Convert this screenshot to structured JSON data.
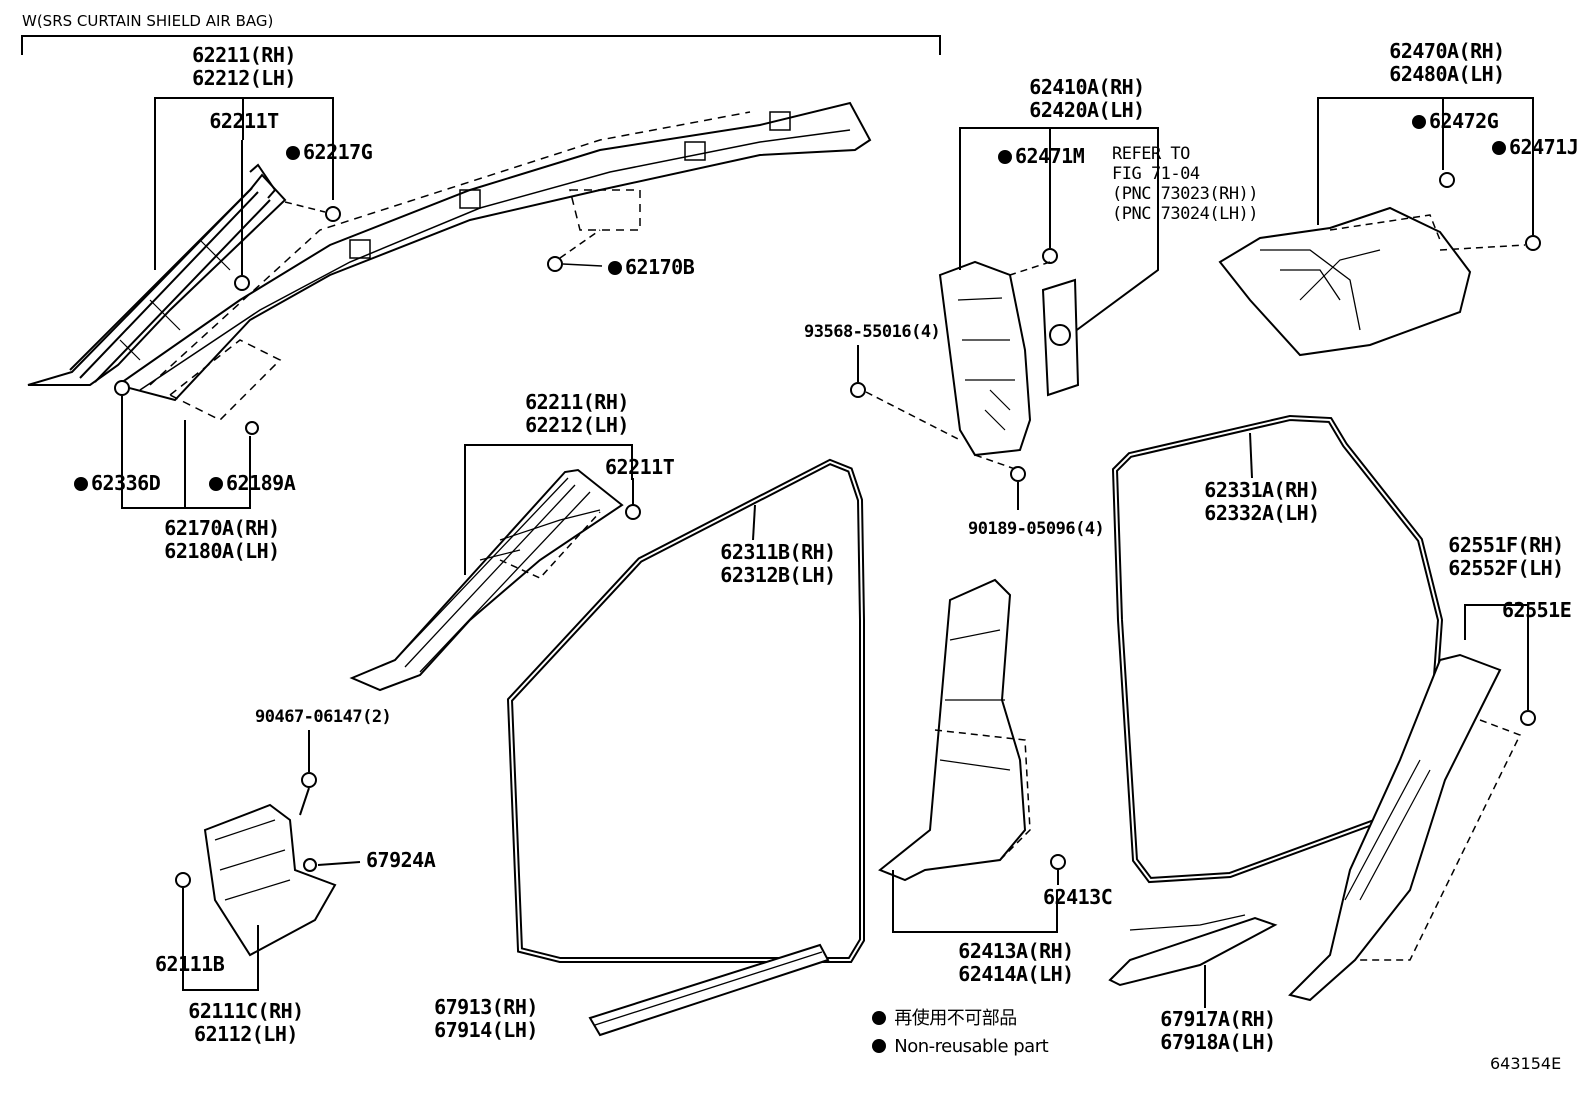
{
  "header": {
    "variant_note": "W(SRS CURTAIN SHIELD AIR BAG)"
  },
  "parts": {
    "p62211_top": [
      "62211(RH)",
      "62212(LH)"
    ],
    "p62211t_top": "62211T",
    "p62217g": "62217G",
    "p62170b": "62170B",
    "p62336d": "62336D",
    "p62189a": "62189A",
    "p62170a": [
      "62170A(RH)",
      "62180A(LH)"
    ],
    "p62211_mid": [
      "62211(RH)",
      "62212(LH)"
    ],
    "p62211t_mid": "62211T",
    "p62311b": [
      "62311B(RH)",
      "62312B(LH)"
    ],
    "p90467": "90467-06147(2)",
    "p67924a": "67924A",
    "p62111b": "62111B",
    "p62111c": [
      "62111C(RH)",
      "62112(LH)"
    ],
    "p67913": [
      "67913(RH)",
      "67914(LH)"
    ],
    "p62410a": [
      "62410A(RH)",
      "62420A(LH)"
    ],
    "p62471m": "62471M",
    "refer": [
      "REFER TO",
      "FIG 71-04",
      "(PNC 73023(RH))",
      "(PNC 73024(LH))"
    ],
    "p93568": "93568-55016(4)",
    "p90189": "90189-05096(4)",
    "p62413c": "62413C",
    "p62413a": [
      "62413A(RH)",
      "62414A(LH)"
    ],
    "p62470a": [
      "62470A(RH)",
      "62480A(LH)"
    ],
    "p62472g": "62472G",
    "p62471j": "62471J",
    "p62331a": [
      "62331A(RH)",
      "62332A(LH)"
    ],
    "p62551f": [
      "62551F(RH)",
      "62552F(LH)"
    ],
    "p62551e": "62551E",
    "p67917a": [
      "67917A(RH)",
      "67918A(LH)"
    ]
  },
  "legend": {
    "jp": "再使用不可部品",
    "en": "Non-reusable part"
  },
  "figure_id": "643154E"
}
